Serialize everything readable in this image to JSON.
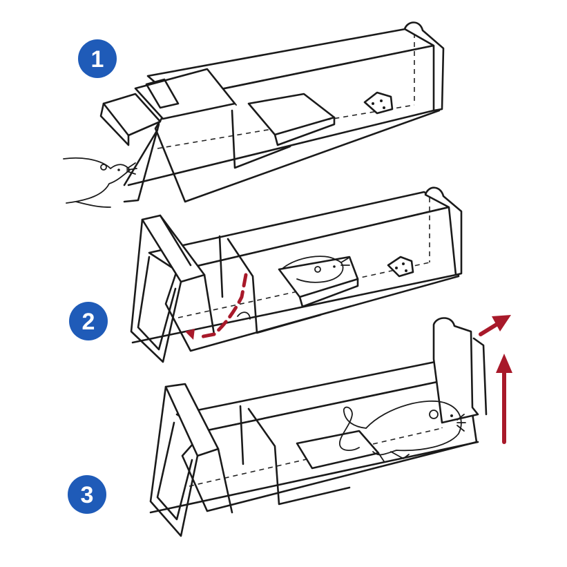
{
  "steps": [
    {
      "number": "1"
    },
    {
      "number": "2"
    },
    {
      "number": "3"
    }
  ],
  "colors": {
    "badge": "#1f5bb8",
    "outline": "#1a1a1a",
    "arrow": "#a8192a"
  },
  "icons": [
    "mouse-icon",
    "cheese-bait-icon",
    "arrow-up-icon",
    "arrow-diagonal-icon"
  ]
}
